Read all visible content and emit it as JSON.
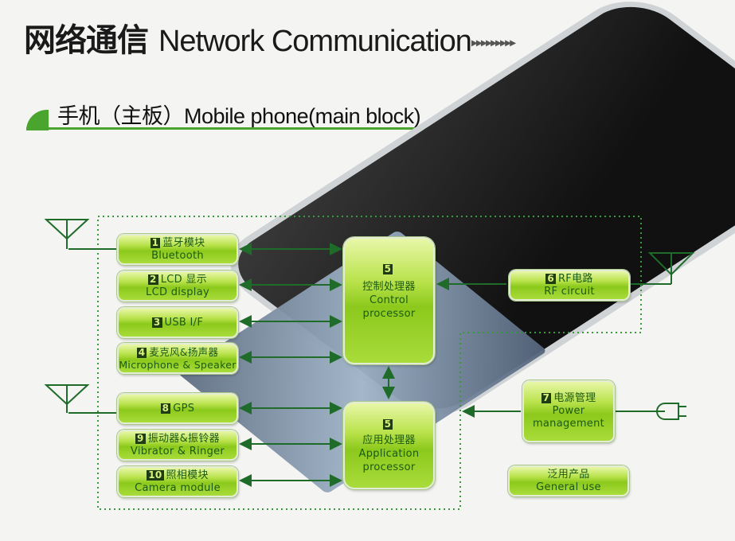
{
  "header": {
    "title_cn": "网络通信",
    "title_en": "Network Communication",
    "arrows": "▸▸▸▸▸▸▸▸▸",
    "subtitle": "手机（主板）Mobile phone(main block)"
  },
  "blocks": {
    "bluetooth": {
      "num": "1",
      "cn": "蓝牙模块",
      "en": "Bluetooth"
    },
    "lcd": {
      "num": "2",
      "cn": "LCD 显示",
      "en": "LCD display"
    },
    "usb": {
      "num": "3",
      "cn": "USB I/F"
    },
    "mic": {
      "num": "4",
      "cn": "麦克风&扬声器",
      "en": "Microphone & Speaker"
    },
    "control": {
      "num": "5",
      "cn": "控制处理器",
      "en1": "Control",
      "en2": "processor"
    },
    "app": {
      "num": "5",
      "cn": "应用处理器",
      "en1": "Application",
      "en2": "processor"
    },
    "rf": {
      "num": "6",
      "cn": "RF电路",
      "en": "RF circuit"
    },
    "power": {
      "num": "7",
      "cn": "电源管理",
      "en1": "Power",
      "en2": "management"
    },
    "gps": {
      "num": "8",
      "cn": "GPS"
    },
    "vibrator": {
      "num": "9",
      "cn": "振动器&振铃器",
      "en": "Vibrator & Ringer"
    },
    "camera": {
      "num": "10",
      "cn": "照相模块",
      "en": "Camera module"
    },
    "general": {
      "cn": "泛用产品",
      "en": "General use"
    }
  },
  "colors": {
    "accent": "#4aa52e",
    "line": "#1e6b2a",
    "box": "#a9dc3a"
  }
}
